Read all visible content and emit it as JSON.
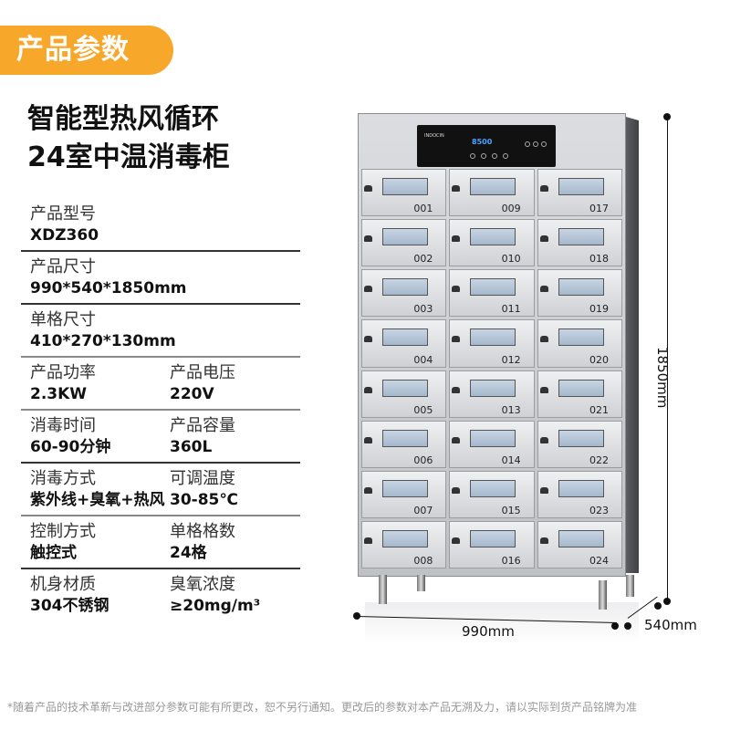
{
  "header": {
    "badge": "产品参数"
  },
  "title": {
    "line1": "智能型热风循环",
    "line2": "24室中温消毒柜"
  },
  "specs": [
    {
      "label": "产品型号",
      "value": "XDZ360"
    },
    {
      "label": "产品尺寸",
      "value": "990*540*1850mm"
    },
    {
      "label": "单格尺寸",
      "value": "410*270*130mm"
    },
    {
      "label": "产品功率",
      "value": "2.3KW",
      "label2": "产品电压",
      "value2": "220V"
    },
    {
      "label": "消毒时间",
      "value": "60-90分钟",
      "label2": "产品容量",
      "value2": "360L"
    },
    {
      "label": "消毒方式",
      "value": "紫外线+臭氧+热风",
      "label2": "可调温度",
      "value2": "30-85℃"
    },
    {
      "label": "控制方式",
      "value": "触控式",
      "label2": "单格格数",
      "value2": "24格"
    },
    {
      "label": "机身材质",
      "value": "304不锈钢",
      "label2": "臭氧浓度",
      "value2": "≥20mg/m³"
    }
  ],
  "product_image": {
    "control_panel": {
      "brand": "INDOCIN",
      "display": "8500"
    },
    "drawers": [
      "001",
      "009",
      "017",
      "002",
      "010",
      "018",
      "003",
      "011",
      "019",
      "004",
      "012",
      "020",
      "005",
      "013",
      "021",
      "006",
      "014",
      "022",
      "007",
      "015",
      "023",
      "008",
      "016",
      "024"
    ]
  },
  "dimensions": {
    "height": "1850mm",
    "width": "990mm",
    "depth": "540mm"
  },
  "footnote": "*随着产品的技术革新与改进部分参数可能有所更改，恕不另行通知。更改后的参数对本产品无溯及力，请以实际到货产品铭牌为准"
}
